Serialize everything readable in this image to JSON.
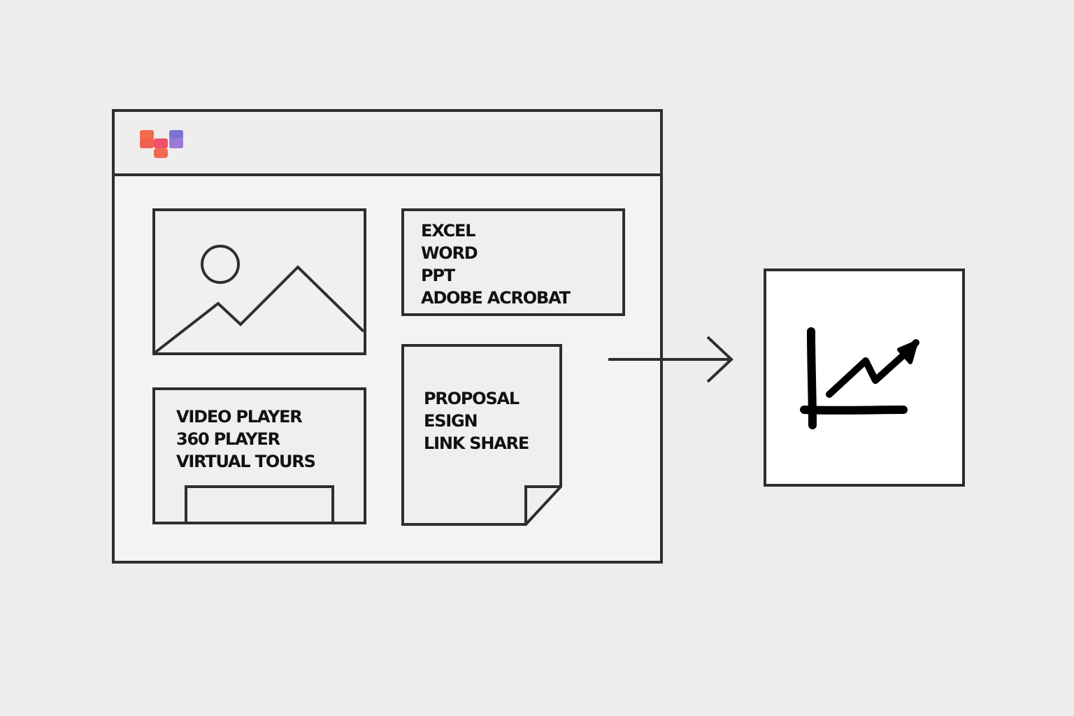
{
  "documents_panel": {
    "items": [
      "EXCEL",
      "WORD",
      "PPT",
      "ADOBE ACROBAT"
    ]
  },
  "media_panel": {
    "items": [
      "VIDEO PLAYER",
      "360 PLAYER",
      "VIRTUAL TOURS"
    ]
  },
  "deal_panel": {
    "items": [
      "PROPOSAL",
      "ESIGN",
      "LINK SHARE"
    ]
  },
  "icons": {
    "logo": "brand-logo-icon",
    "image": "image-placeholder-icon",
    "arrow": "arrow-right-icon",
    "analytics": "trend-chart-icon"
  },
  "colors": {
    "stroke": "#2e2e2e",
    "logo_orange": "#f26b4f",
    "logo_red": "#f0506a",
    "logo_purple": "#7b74d6",
    "background": "#eeedeb",
    "card": "#ffffff"
  }
}
